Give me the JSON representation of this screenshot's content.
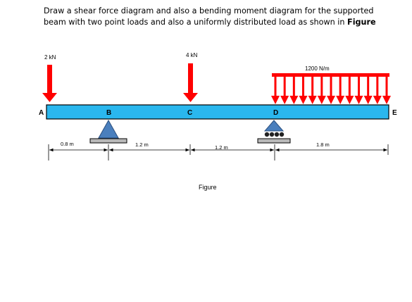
{
  "problem": {
    "line1": "Draw a shear force diagram and also a bending moment diagram for the supported",
    "line2_prefix": "beam with two point loads and also a uniformly distributed load as shown in ",
    "line2_bold": "Figure"
  },
  "loads": {
    "point_a": "2 kN",
    "point_c": "4 kN",
    "udl": "1200 N/m"
  },
  "points": {
    "a": "A",
    "b": "B",
    "c": "C",
    "d": "D",
    "e": "E"
  },
  "dimensions": {
    "ab": "0.8 m",
    "bc": "1.2 m",
    "cd": "1.2 m",
    "de": "1.8 m"
  },
  "caption": "Figure",
  "colors": {
    "beam": "#2ab7ee",
    "load_arrow": "#ff0000",
    "support": "#4a7fbd"
  }
}
